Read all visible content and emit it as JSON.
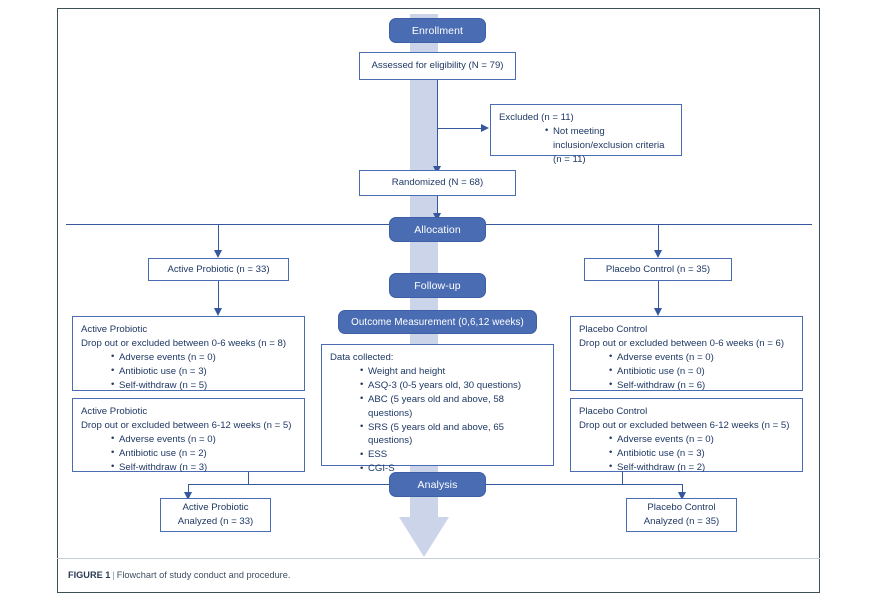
{
  "figure": {
    "label": "FIGURE 1",
    "separator": "|",
    "caption": "Flowchart of study conduct and procedure."
  },
  "colors": {
    "stage_fill": "#4a6cb3",
    "box_border": "#4a6cb3",
    "text": "#1f3864",
    "connector": "#36579d",
    "pale_arrow": "#ccd4e9",
    "page_frame": "#3e4f58"
  },
  "stages": {
    "enrollment": "Enrollment",
    "allocation": "Allocation",
    "followup": "Follow-up",
    "outcome": "Outcome Measurement (0,6,12 weeks)",
    "analysis": "Analysis"
  },
  "nodes": {
    "assessed": "Assessed for eligibility (N = 79)",
    "excluded": {
      "title": "Excluded (n = 11)",
      "items": [
        "Not meeting inclusion/exclusion criteria (n = 11)"
      ]
    },
    "randomized": "Randomized (N = 68)",
    "active_alloc": "Active Probiotic (n = 33)",
    "placebo_alloc": "Placebo Control (n = 35)",
    "active_dropout_1": {
      "group": "Active Probiotic",
      "title": "Drop out or excluded between 0-6 weeks (n = 8)",
      "items": [
        "Adverse events (n = 0)",
        "Antibiotic use (n = 3)",
        "Self-withdraw (n = 5)"
      ]
    },
    "active_dropout_2": {
      "group": "Active Probiotic",
      "title": "Drop out or excluded between 6-12 weeks (n = 5)",
      "items": [
        "Adverse events (n = 0)",
        "Antibiotic use (n = 2)",
        "Self-withdraw (n = 3)"
      ]
    },
    "placebo_dropout_1": {
      "group": "Placebo Control",
      "title": "Drop out or excluded between 0-6 weeks (n = 6)",
      "items": [
        "Adverse events (n = 0)",
        "Antibiotic use (n = 0)",
        "Self-withdraw (n = 6)"
      ]
    },
    "placebo_dropout_2": {
      "group": "Placebo Control",
      "title": "Drop out or excluded between 6-12 weeks (n = 5)",
      "items": [
        "Adverse events (n = 0)",
        "Antibiotic use (n = 3)",
        "Self-withdraw (n = 2)"
      ]
    },
    "data_collected": {
      "title": "Data collected:",
      "items": [
        "Weight and height",
        "ASQ-3 (0-5 years old, 30 questions)",
        "ABC (5 years old and above, 58 questions)",
        "SRS (5 years old and above, 65 questions)",
        "ESS",
        "CGI-S"
      ]
    },
    "active_analyzed": {
      "line1": "Active Probiotic",
      "line2": "Analyzed (n = 33)"
    },
    "placebo_analyzed": {
      "line1": "Placebo Control",
      "line2": "Analyzed (n = 35)"
    }
  }
}
